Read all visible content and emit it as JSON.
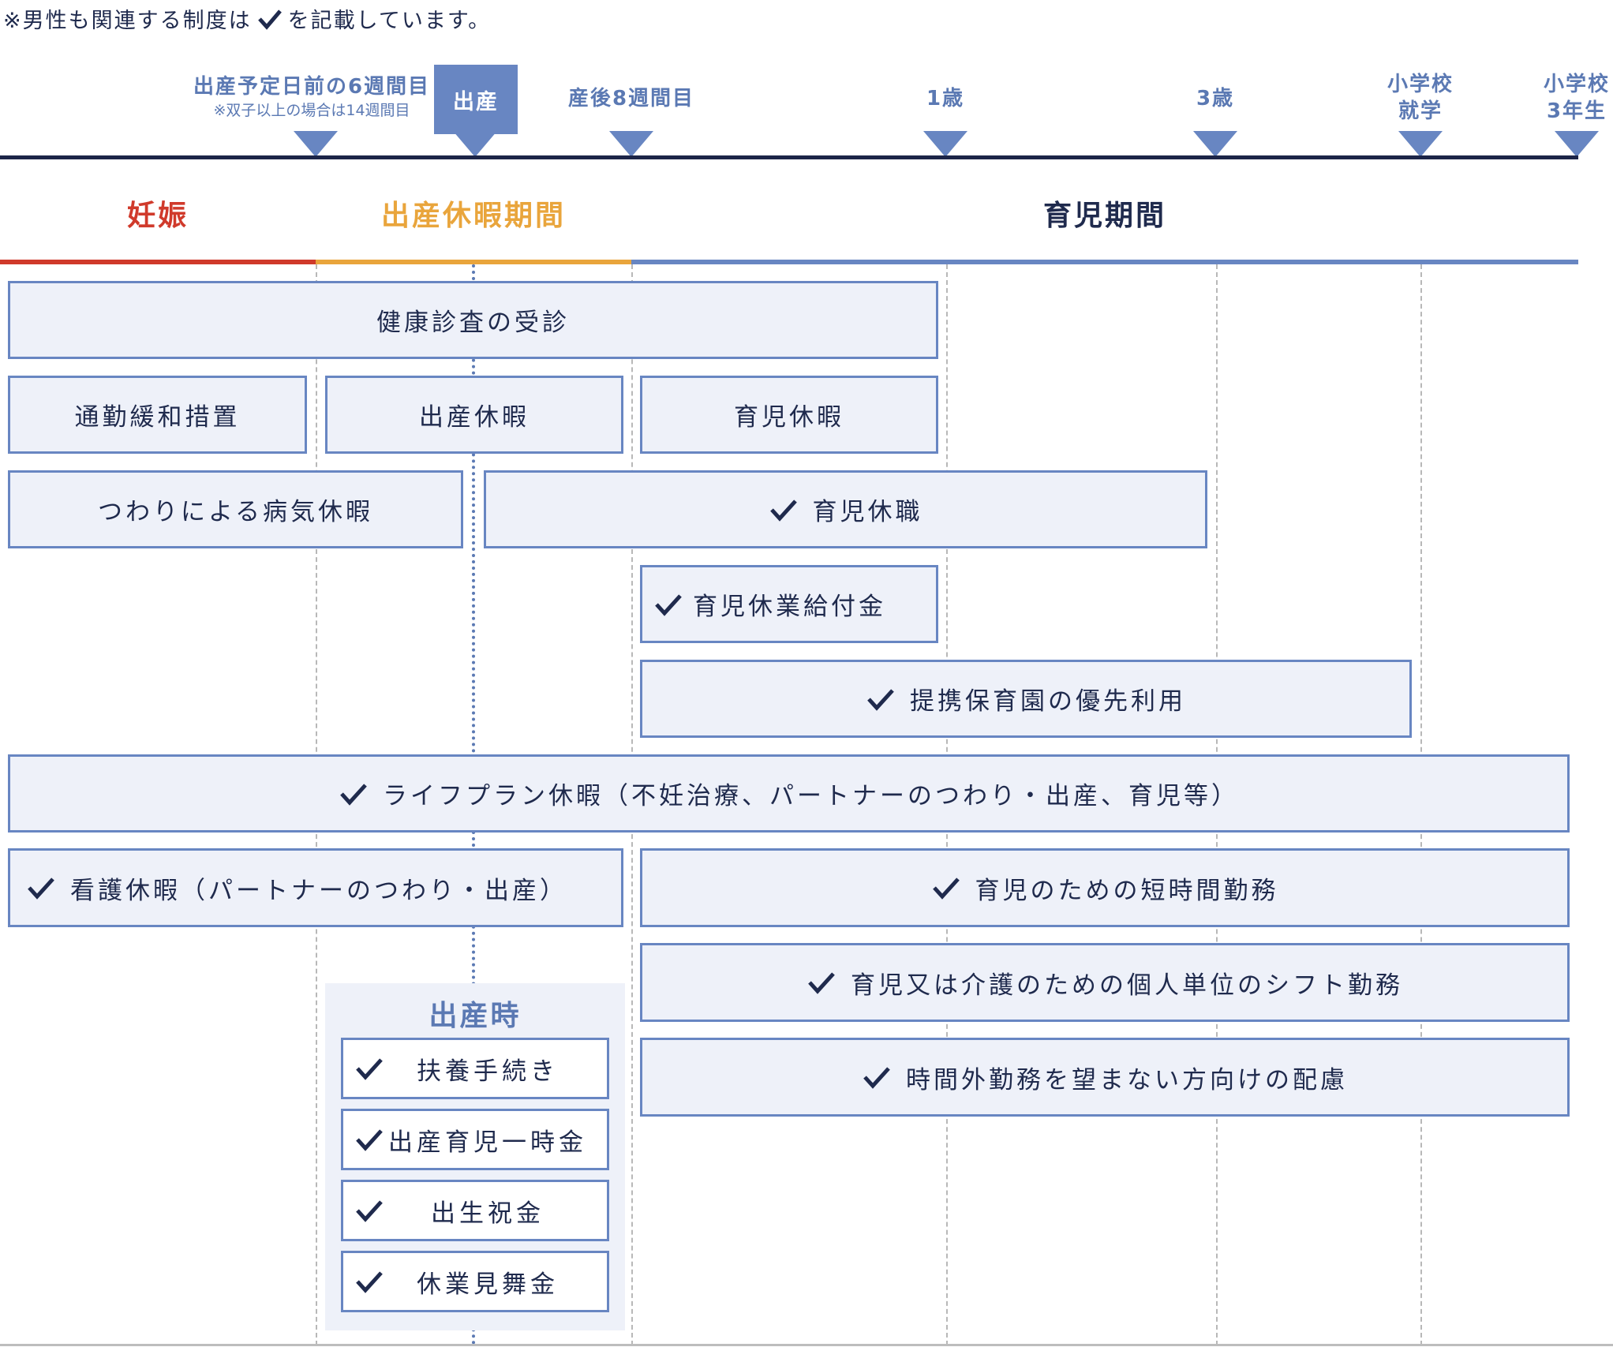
{
  "note": {
    "prefix": "※男性も関連する制度は",
    "icon": "check-icon",
    "suffix": "を記載しています。"
  },
  "colors": {
    "accent": "#6886c2",
    "timeline": "#1c2548",
    "pregnancy": "#d03a2b",
    "maternity": "#e9a53c",
    "childcare_title": "#1f2a4d",
    "box_fill": "#eef1f9",
    "text": "#1f2a4d"
  },
  "milestones": [
    {
      "label": "出産予定日前の6週間目",
      "sub": "※双子以上の場合は14週間目"
    },
    {
      "label": "出産"
    },
    {
      "label": "産後8週間目"
    },
    {
      "label": "1歳"
    },
    {
      "label": "3歳"
    },
    {
      "label": "小学校",
      "label2": "就学"
    },
    {
      "label": "小学校",
      "label2": "3年生"
    }
  ],
  "phases": [
    {
      "label": "妊娠"
    },
    {
      "label": "出産休暇期間"
    },
    {
      "label": "育児期間"
    }
  ],
  "items": [
    {
      "label": "健康診査の受診",
      "men": false
    },
    {
      "label": "通勤緩和措置",
      "men": false
    },
    {
      "label": "出産休暇",
      "men": false
    },
    {
      "label": "育児休暇",
      "men": false
    },
    {
      "label": "つわりによる病気休暇",
      "men": false
    },
    {
      "label": "育児休職",
      "men": true
    },
    {
      "label": "育児休業給付金",
      "men": true
    },
    {
      "label": "提携保育園の優先利用",
      "men": true
    },
    {
      "label": "ライフプラン休暇（不妊治療、パートナーのつわり・出産、育児等）",
      "men": true
    },
    {
      "label": "看護休暇（パートナーのつわり・出産）",
      "men": true
    },
    {
      "label": "育児のための短時間勤務",
      "men": true
    },
    {
      "label": "育児又は介護のための個人単位のシフト勤務",
      "men": true
    },
    {
      "label": "時間外勤務を望まない方向けの配慮",
      "men": true
    }
  ],
  "birth_group": {
    "title": "出産時",
    "items": [
      {
        "label": "扶養手続き",
        "men": true
      },
      {
        "label": "出産育児一時金",
        "men": true
      },
      {
        "label": "出生祝金",
        "men": true
      },
      {
        "label": "休業見舞金",
        "men": true
      }
    ]
  }
}
